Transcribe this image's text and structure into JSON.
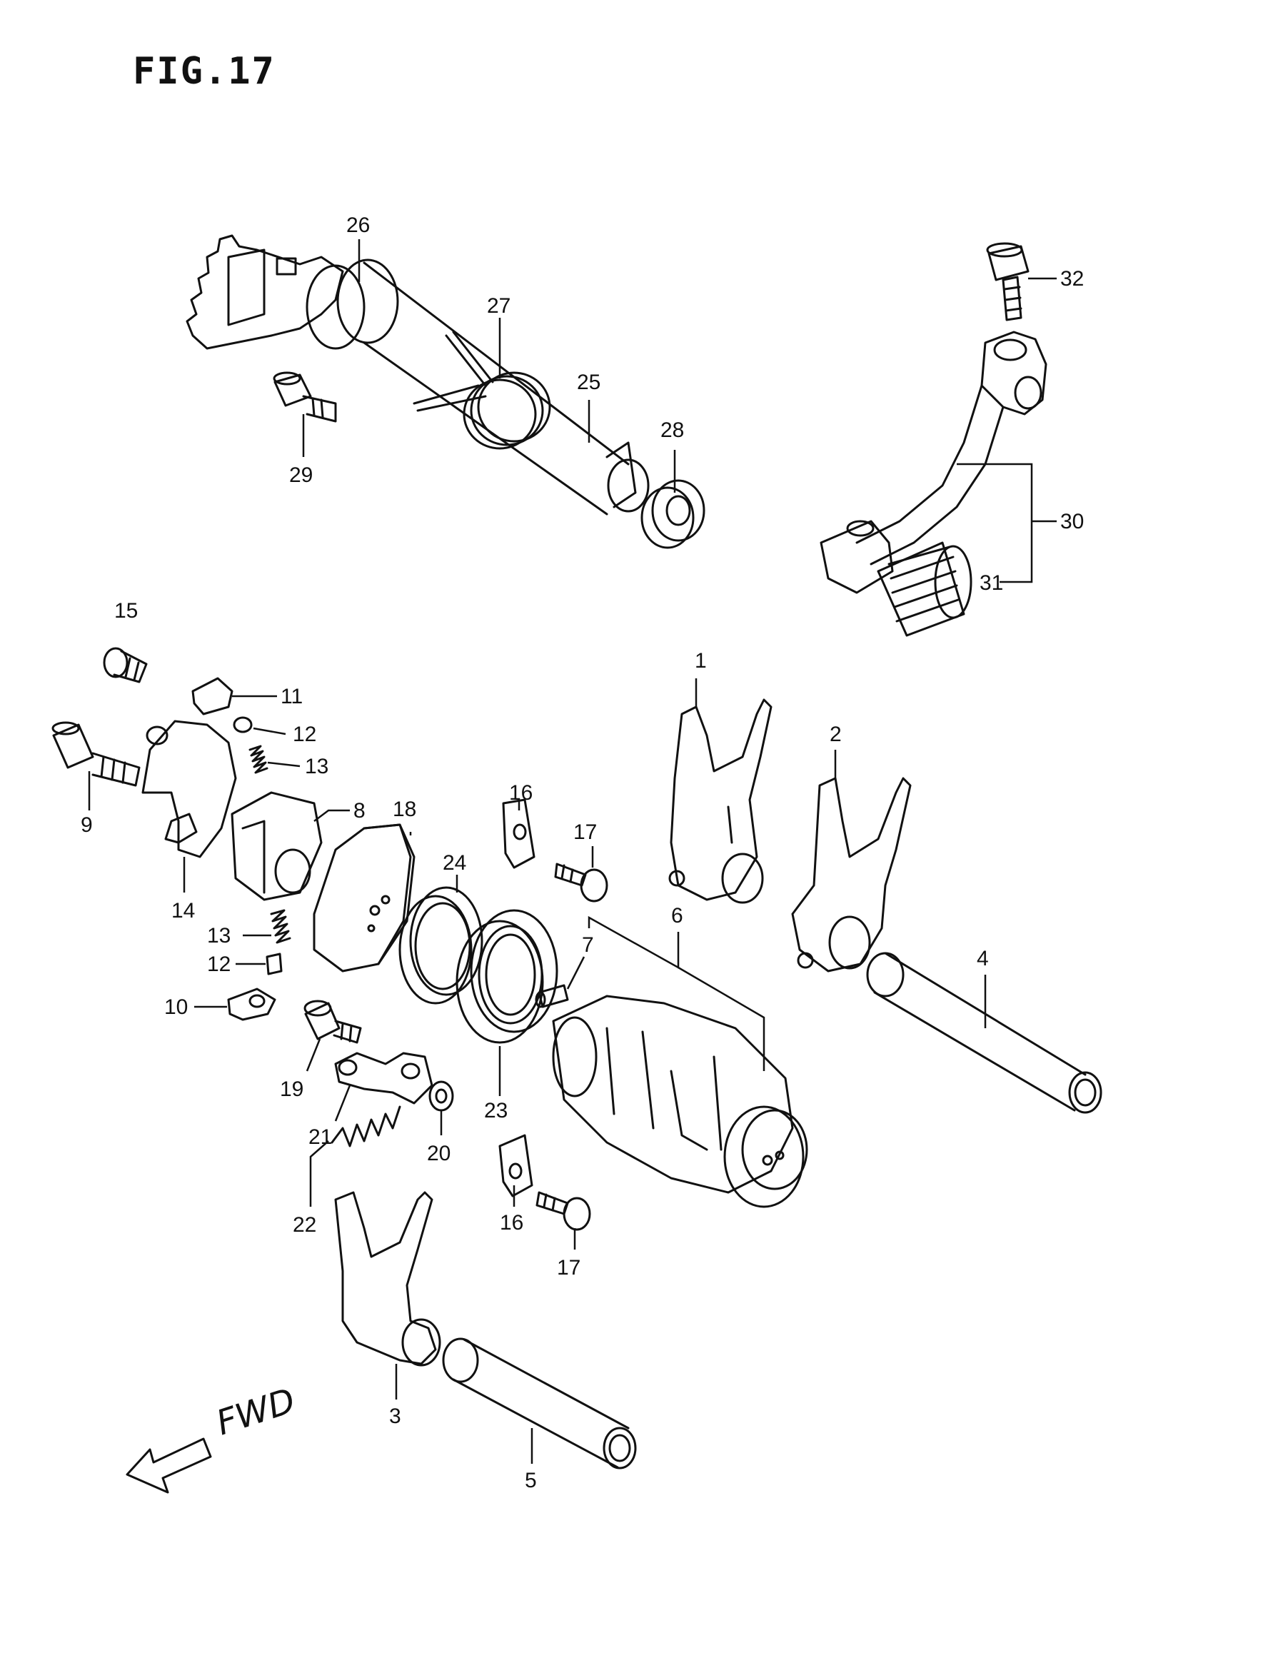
{
  "figure": {
    "title": "FIG.17",
    "fwd_label": "FWD"
  },
  "callouts": [
    "1",
    "2",
    "3",
    "4",
    "5",
    "6",
    "7",
    "8",
    "9",
    "10",
    "11",
    "12",
    "12",
    "13",
    "13",
    "14",
    "15",
    "16",
    "16",
    "17",
    "17",
    "18",
    "19",
    "20",
    "21",
    "22",
    "23",
    "24",
    "25",
    "26",
    "27",
    "28",
    "29",
    "30",
    "31",
    "32"
  ],
  "colors": {
    "ink": "#111111",
    "paper": "#ffffff"
  }
}
